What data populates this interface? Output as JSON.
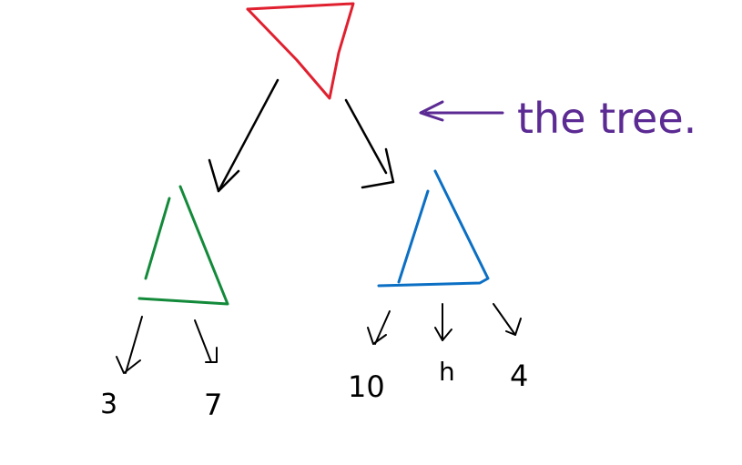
{
  "colors": {
    "root": "#e0202f",
    "left_subtree": "#138a3a",
    "right_subtree": "#0b6fc4",
    "arrows": "#000000",
    "annotation": "#5b2a93",
    "text": "#000000"
  },
  "annotation": {
    "label": "the tree."
  },
  "leaves": {
    "left": [
      "3",
      "7"
    ],
    "right": [
      "10",
      "h",
      "4"
    ]
  }
}
